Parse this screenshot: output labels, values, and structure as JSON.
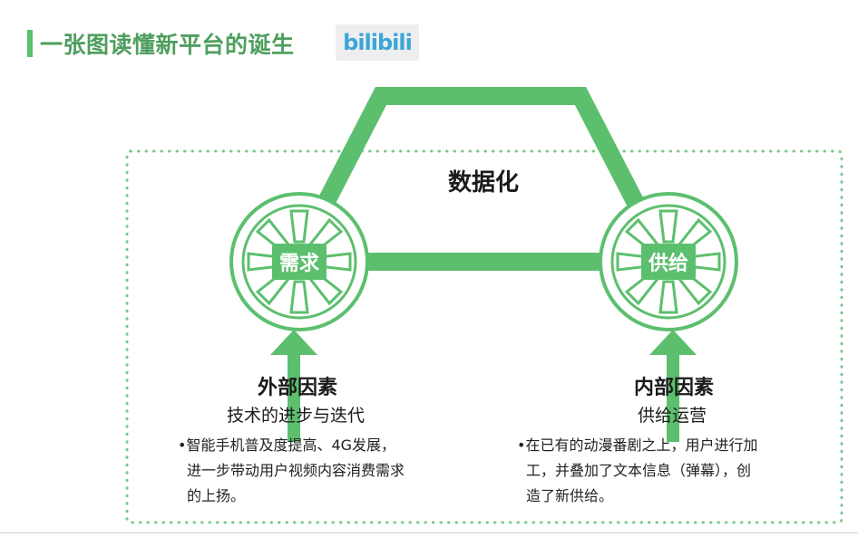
{
  "header": {
    "title": "一张图读懂新平台的诞生",
    "logo_text": "bilibili"
  },
  "diagram": {
    "center_label": "数据化",
    "wheel_left": "需求",
    "wheel_right": "供给",
    "left": {
      "heading": "外部因素",
      "subheading": "技术的进步与迭代",
      "desc_lines": [
        "•智能手机普及度提高、4G发展，",
        "进一步带动用户视频内容消费需求",
        "的上扬。"
      ]
    },
    "right": {
      "heading": "内部因素",
      "subheading": "供给运营",
      "desc_lines": [
        "•在已有的动漫番剧之上，用户进行加",
        "工，并叠加了文本信息（弹幕），创",
        "造了新供给。"
      ]
    }
  },
  "colors": {
    "green": "#5cbf6e",
    "title_green": "#4f9e5e",
    "dotted_border": "#7cc88a",
    "logo_blue": "#3aa7d8"
  }
}
